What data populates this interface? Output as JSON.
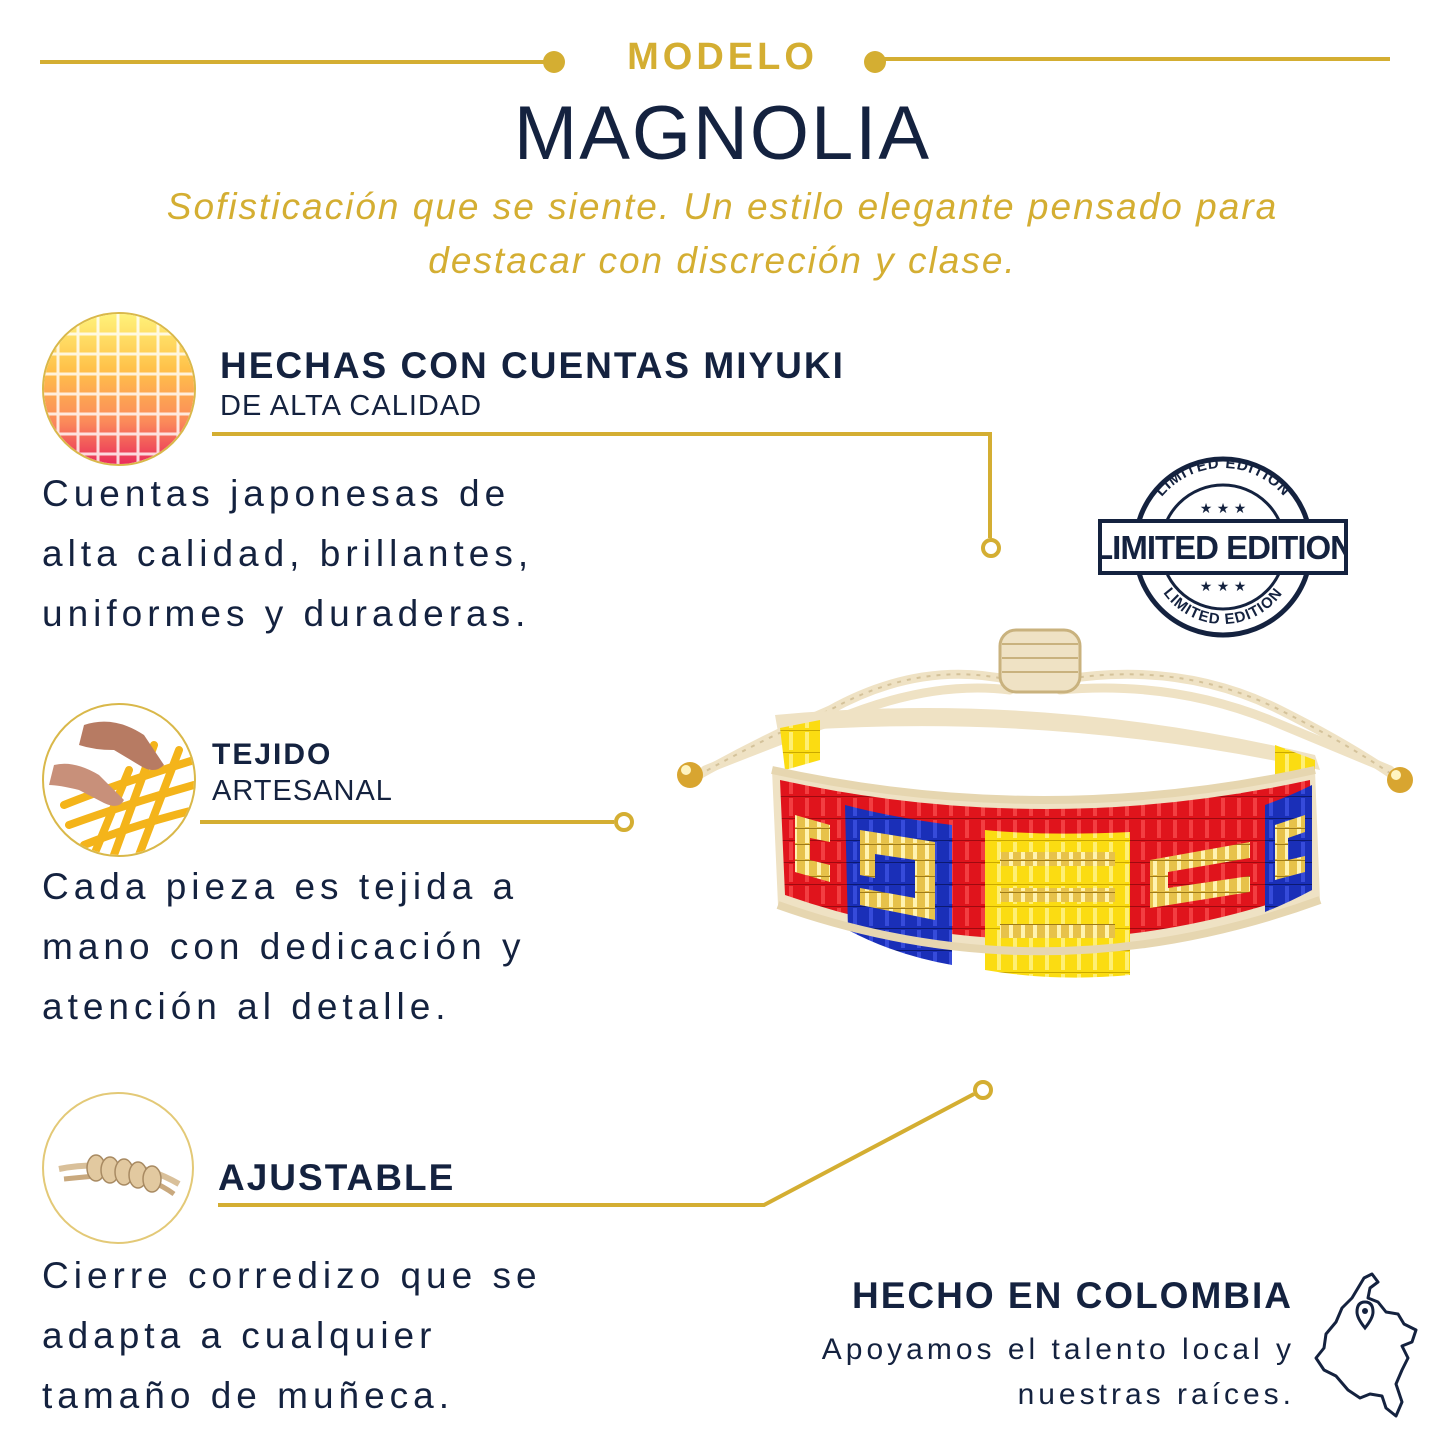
{
  "header": {
    "label": "MODELO",
    "title": "MAGNOLIA",
    "tagline_line1": "Sofisticación que se siente. Un estilo elegante pensado para",
    "tagline_line2": "destacar con discreción y clase."
  },
  "features": [
    {
      "title": "HECHAS CON CUENTAS MIYUKI",
      "subtitle": "DE ALTA CALIDAD",
      "desc": [
        "Cuentas japonesas de",
        "alta calidad, brillantes,",
        "uniformes y duraderas."
      ],
      "icon": "miyuki-beads-icon"
    },
    {
      "title": "TEJIDO",
      "subtitle": "ARTESANAL",
      "desc": [
        "Cada pieza es tejida a",
        "mano con dedicación y",
        "atención al detalle."
      ],
      "icon": "weaving-hands-icon"
    },
    {
      "title": "AJUSTABLE",
      "desc": [
        "Cierre corredizo que se",
        "adapta a cualquier",
        "tamaño de muñeca."
      ],
      "icon": "knot-icon"
    }
  ],
  "badge": {
    "text": "LIMITED EDITION",
    "ring_text": "LIMITED EDITION"
  },
  "origin": {
    "title": "HECHO EN COLOMBIA",
    "line1": "Apoyamos el talento local y",
    "line2": "nuestras raíces.",
    "icon": "colombia-map-icon"
  },
  "colors": {
    "gold": "#d4ae32",
    "navy": "#14223f",
    "bead_red": "#e0141c",
    "bead_blue": "#1a2fb8",
    "bead_yellow": "#fbdc12"
  }
}
